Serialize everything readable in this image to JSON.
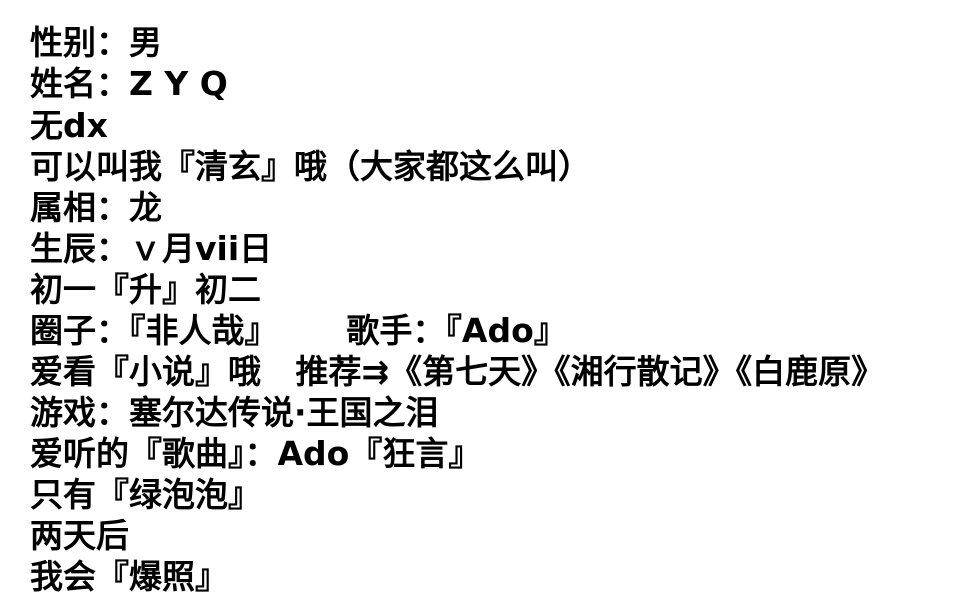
{
  "profile": {
    "lines": [
      "性别：男",
      "姓名：Z Y Q",
      "无dx",
      "可以叫我『清玄』哦（大家都这么叫）",
      "属相：龙",
      "生辰：ｖ月vii日",
      "初一『升』初二",
      "圈子：『非人哉』      歌手：『Ado』",
      "爱看『小说』哦   推荐⇉《第七天》《湘行散记》《白鹿原》",
      "游戏：塞尔达传说·王国之泪",
      "爱听的『歌曲』：Ado『狂言』",
      "只有『绿泡泡』",
      "两天后",
      "我会『爆照』"
    ]
  }
}
